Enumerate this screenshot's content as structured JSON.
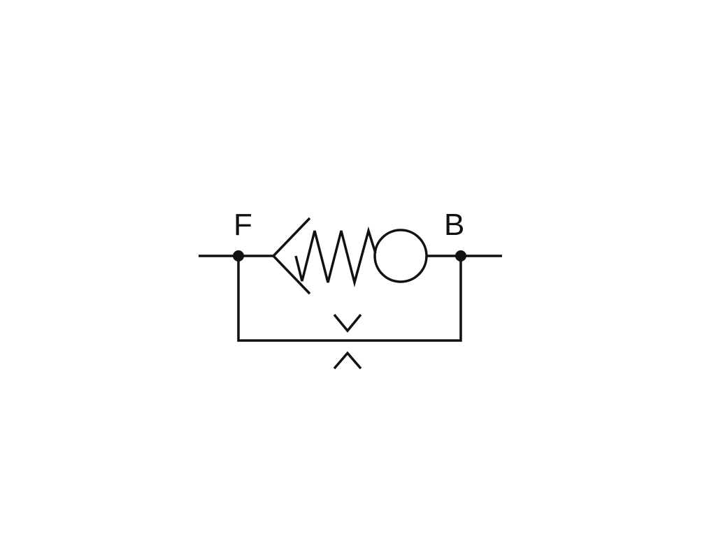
{
  "diagram": {
    "labels": {
      "port_left": "F",
      "port_right": "B"
    },
    "symbol": "check-valve-with-parallel-orifice",
    "stroke_color": "#111111",
    "background": "#ffffff"
  }
}
